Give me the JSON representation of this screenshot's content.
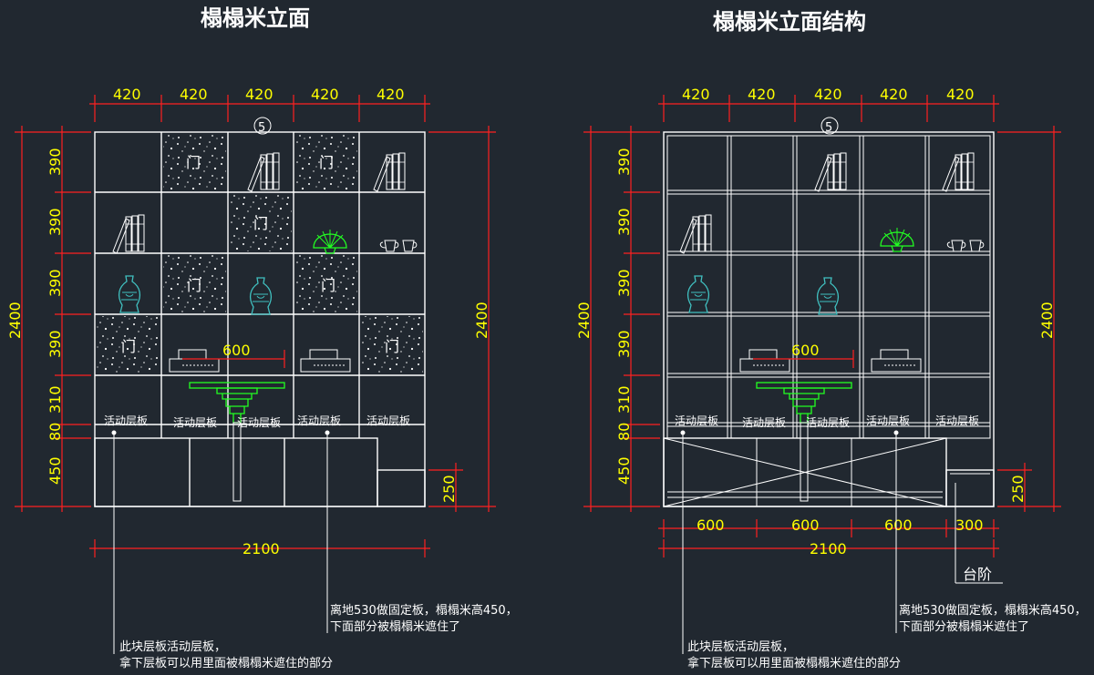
{
  "left": {
    "title": "榻榻米立面",
    "marker": "5",
    "top_dims": [
      "420",
      "420",
      "420",
      "420",
      "420"
    ],
    "left_dims": [
      "390",
      "390",
      "390",
      "390",
      "310",
      "80",
      "450"
    ],
    "overall_height": "2400",
    "right_height": "2400",
    "small_height": "250",
    "bottom_dim": "2100",
    "inner_dim": "600",
    "door_label": "门",
    "shelf_labels": [
      "活动层板",
      "活动层板",
      "活动层板",
      "活动层板",
      "活动层板"
    ],
    "note1": [
      "离地530做固定板，榻榻米高450，",
      "下面部分被榻榻米遮住了"
    ],
    "note2": [
      "此块层板活动层板，",
      "拿下层板可以用里面被榻榻米遮住的部分"
    ]
  },
  "right": {
    "title": "榻榻米立面结构",
    "marker": "5",
    "top_dims": [
      "420",
      "420",
      "420",
      "420",
      "420"
    ],
    "left_dims": [
      "390",
      "390",
      "390",
      "390",
      "310",
      "80",
      "450"
    ],
    "overall_height": "2400",
    "right_height": "2400",
    "small_height": "250",
    "bottom_dims": [
      "600",
      "600",
      "600",
      "300"
    ],
    "bottom_dim": "2100",
    "inner_dim": "600",
    "step_label": "台阶",
    "shelf_labels": [
      "活动层板",
      "活动层板",
      "活动层板",
      "活动层板",
      "活动层板"
    ],
    "note1": [
      "离地530做固定板，榻榻米高450，",
      "下面部分被榻榻米遮住了"
    ],
    "note2": [
      "此块层板活动层板，",
      "拿下层板可以用里面被榻榻米遮住的部分"
    ]
  },
  "colors": {
    "background": "#212830",
    "lines": "#ffffff",
    "dimension_lines": "#ff2020",
    "dimension_text": "#ffff00",
    "green_items": "#22ff22",
    "teal_items": "#40c0c0"
  }
}
